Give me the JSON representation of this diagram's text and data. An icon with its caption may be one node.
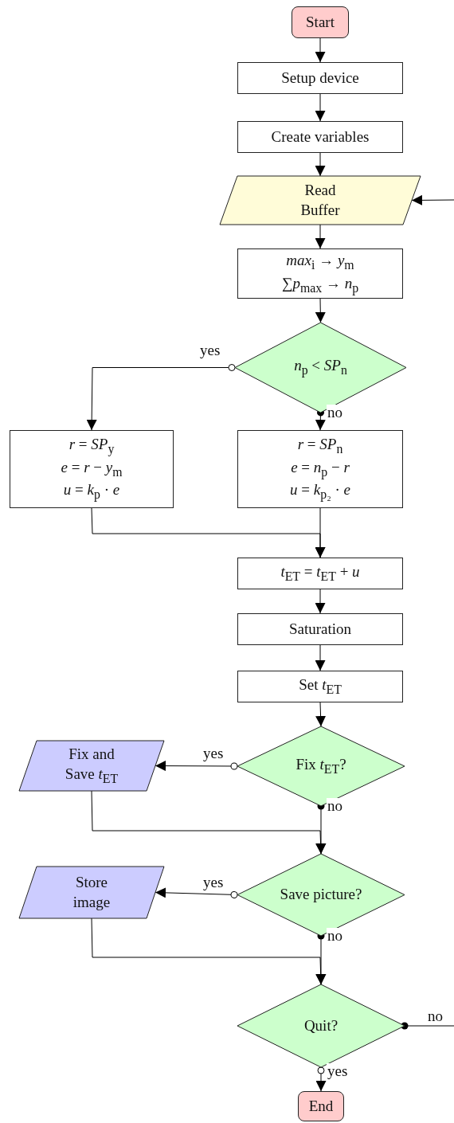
{
  "diagram": {
    "nodes": [
      {
        "text": [
          "Start"
        ]
      },
      {
        "text": [
          "Setup device"
        ]
      },
      {
        "text": [
          "Create variables"
        ]
      },
      {
        "text": [
          "Read Buffer"
        ]
      },
      {
        "text": [
          "*max*$_{i}$ → *y*$_{m}$",
          "∑*p*$_{max}$ → *n*$_{p}$"
        ]
      },
      {
        "text": [
          "*n*$_{p}$ < *SP*$_{n}$"
        ]
      },
      {
        "text": [
          "*r* = *SP*$_{y}$",
          "*e* = *r* − *y*$_{m}$",
          "*u* = *k*$_{p}$ · *e*"
        ]
      },
      {
        "text": [
          "*r* = *SP*$_{n}$",
          "*e* = *n*$_{p}$ − *r*",
          "*u* = *k*$_{p₂}$ · *e*"
        ]
      },
      {
        "text": [
          "*t*$_{ET}$ = *t*$_{ET}$ + *u*"
        ]
      },
      {
        "text": [
          "Saturation"
        ]
      },
      {
        "text": [
          "Set *t*$_{ET}$"
        ]
      },
      {
        "text": [
          "Fix *t*$_{ET}$?"
        ]
      },
      {
        "text": [
          "Fix and Save *t*$_{ET}$"
        ]
      },
      {
        "text": [
          "Save picture?"
        ]
      },
      {
        "text": [
          "Store image"
        ]
      },
      {
        "text": [
          "Quit?"
        ]
      },
      {
        "text": [
          "End"
        ]
      }
    ],
    "edges": [
      {
        "from": 0,
        "to": 1,
        "arrow": "to"
      },
      {
        "from": 1,
        "to": 2,
        "arrow": "to"
      },
      {
        "from": 2,
        "to": 3,
        "arrow": "to"
      },
      {
        "from": 3,
        "to": 4,
        "arrow": "to"
      },
      {
        "from": 4,
        "to": 5,
        "arrow": "to"
      },
      {
        "from": 5,
        "to": 6,
        "arrow": "to",
        "label": "yes"
      },
      {
        "from": 5,
        "to": 7,
        "arrow": "to",
        "label": "no"
      },
      {
        "from": 6,
        "to": 8,
        "arrow": "to"
      },
      {
        "from": 7,
        "to": 8,
        "arrow": "to"
      },
      {
        "from": 8,
        "to": 9,
        "arrow": "to"
      },
      {
        "from": 9,
        "to": 10,
        "arrow": "to"
      },
      {
        "from": 10,
        "to": 11,
        "arrow": "to"
      },
      {
        "from": 11,
        "to": 12,
        "arrow": "to",
        "label": "yes"
      },
      {
        "from": 11,
        "to": 13,
        "arrow": "to",
        "label": "no"
      },
      {
        "from": 12,
        "to": 13,
        "arrow": "to"
      },
      {
        "from": 13,
        "to": 14,
        "arrow": "to",
        "label": "yes"
      },
      {
        "from": 13,
        "to": 15,
        "arrow": "to",
        "label": "no"
      },
      {
        "from": 14,
        "to": 15,
        "arrow": "to"
      },
      {
        "from": 15,
        "to": 16,
        "arrow": "to",
        "label": "yes"
      },
      {
        "from": 15,
        "to": null,
        "arrow": "other",
        "label": "no"
      },
      {
        "from": null,
        "to": 3,
        "arrow": "to"
      }
    ]
  }
}
